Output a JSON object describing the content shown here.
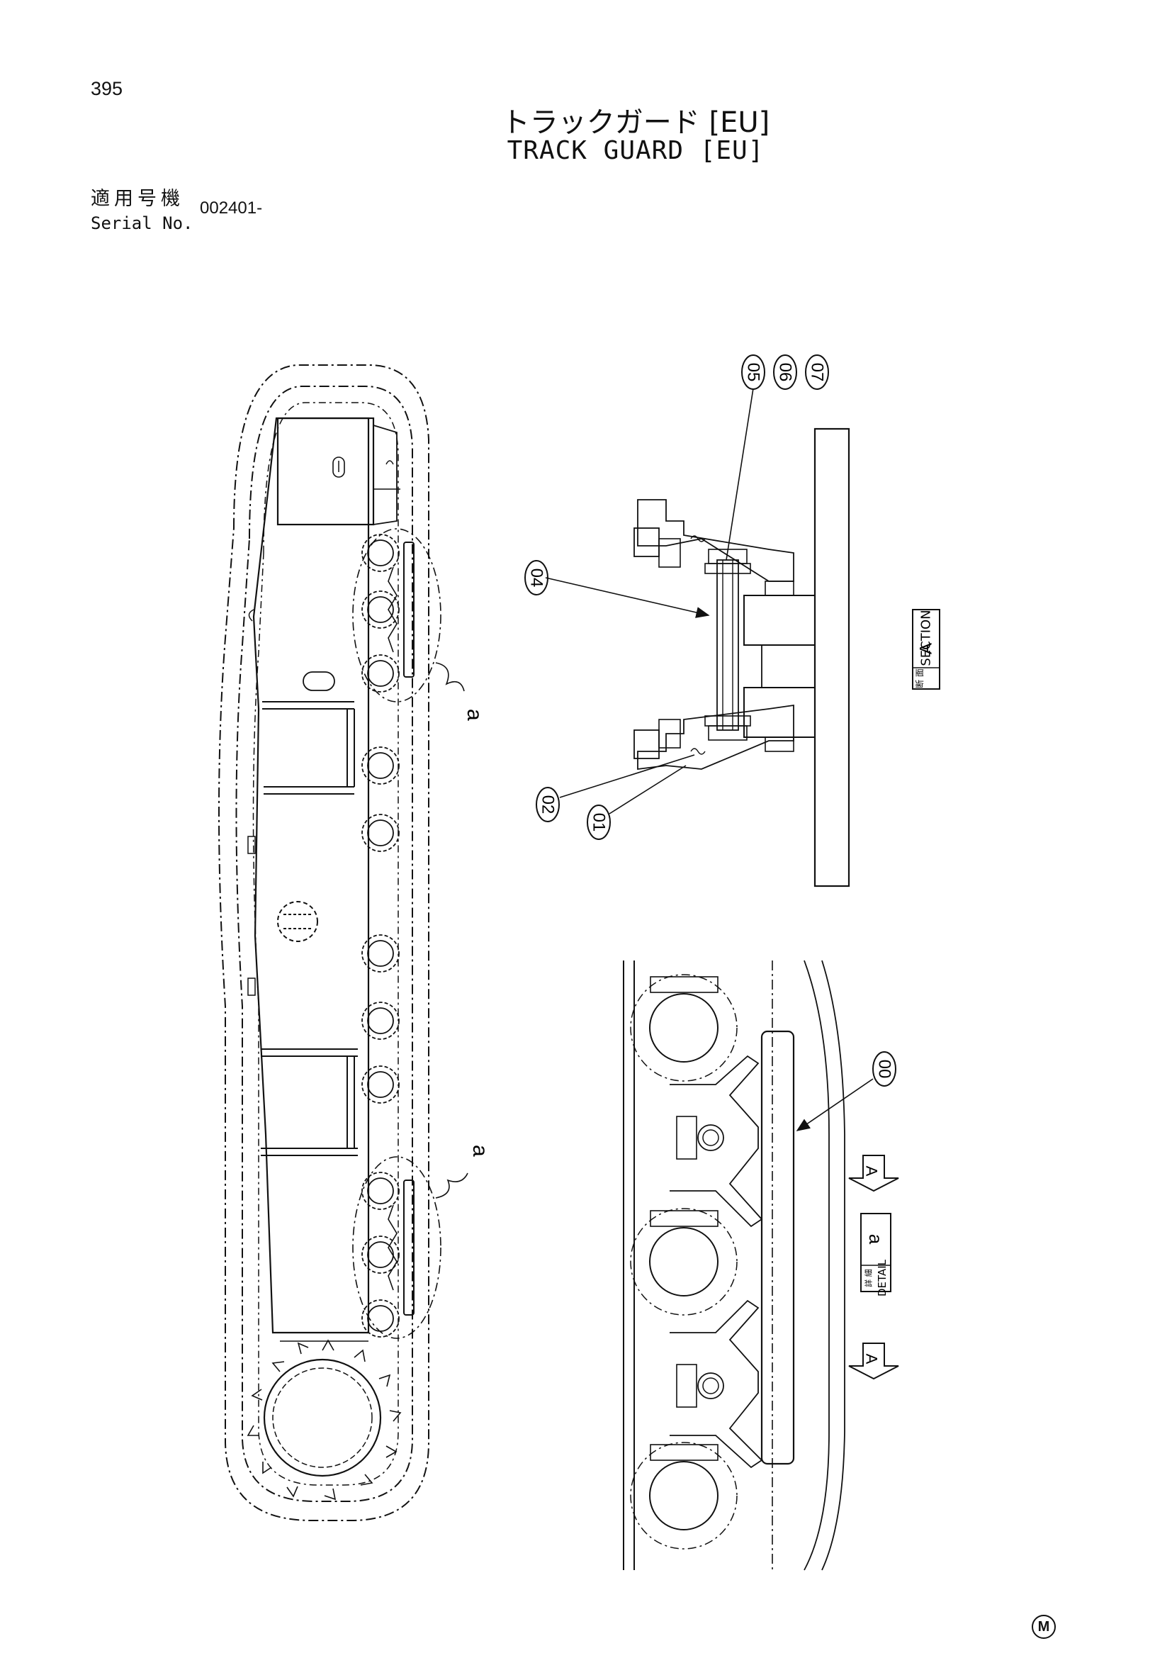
{
  "page": {
    "number": "395",
    "title_jp": "トラックガード [EU]",
    "title_en": "TRACK GUARD [EU]",
    "serial_label_jp": "適用号機",
    "serial_label_en": "Serial No.",
    "serial_value": "002401-",
    "corner_mark": "M"
  },
  "drawing": {
    "part_callouts": [
      "05",
      "06",
      "07",
      "04",
      "02",
      "01",
      "00"
    ],
    "view_labels": {
      "detail_a_1": "a",
      "detail_a_2": "a",
      "section_jp": "断 面",
      "section_en": "SECTION",
      "section_letter": "A",
      "detail_jp": "詳 細",
      "detail_en": "DETAIL",
      "detail_letter": "a",
      "arrow_letter_1": "A",
      "arrow_letter_2": "A"
    }
  }
}
